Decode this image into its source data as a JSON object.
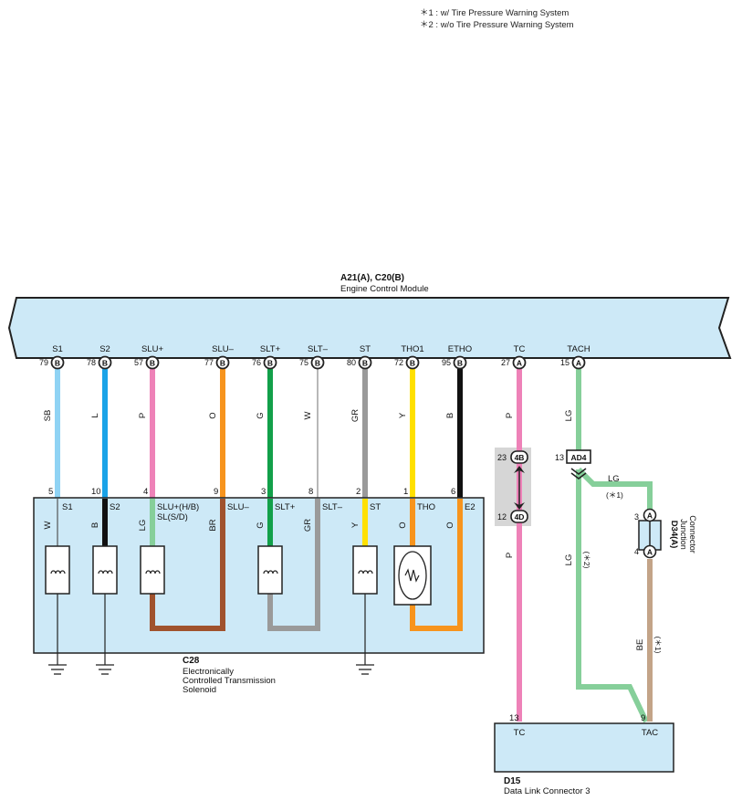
{
  "notes": [
    "＊1 : w/ Tire Pressure Warning System",
    "＊2 : w/o Tire Pressure Warning System"
  ],
  "ecm": {
    "code": "A21(A), C20(B)",
    "name": "Engine Control Module",
    "pins": [
      {
        "label": "S1",
        "num": "79",
        "conn": "B"
      },
      {
        "label": "S2",
        "num": "78",
        "conn": "B"
      },
      {
        "label": "SLU+",
        "num": "57",
        "conn": "B"
      },
      {
        "label": "SLU–",
        "num": "77",
        "conn": "B"
      },
      {
        "label": "SLT+",
        "num": "76",
        "conn": "B"
      },
      {
        "label": "SLT–",
        "num": "75",
        "conn": "B"
      },
      {
        "label": "ST",
        "num": "80",
        "conn": "B"
      },
      {
        "label": "THO1",
        "num": "72",
        "conn": "B"
      },
      {
        "label": "ETHO",
        "num": "95",
        "conn": "B"
      },
      {
        "label": "TC",
        "num": "27",
        "conn": "A"
      },
      {
        "label": "TACH",
        "num": "15",
        "conn": "A"
      }
    ]
  },
  "wires_upper": [
    "SB",
    "L",
    "P",
    "O",
    "G",
    "W",
    "GR",
    "Y",
    "B",
    "P",
    "LG"
  ],
  "solenoid": {
    "code": "C28",
    "name_lines": [
      "Electronically",
      "Controlled Transmission",
      "Solenoid"
    ],
    "pin_numbers": [
      "5",
      "10",
      "4",
      "9",
      "3",
      "8",
      "2",
      "1",
      "6"
    ],
    "terminal_labels": [
      "S1",
      "S2",
      "SLU+(H/B)",
      "SLU–",
      "SLT+",
      "SLT–",
      "ST",
      "THO",
      "E2"
    ],
    "sub_label": "SL(S/D)",
    "inner_wires": [
      "W",
      "B",
      "LG",
      "BR",
      "G",
      "GR",
      "Y",
      "O",
      "O"
    ]
  },
  "junction_4": {
    "top": "4B",
    "top_num": "23",
    "bottom": "4D",
    "bottom_num": "12"
  },
  "tc_lower_wire": "P",
  "ad4": {
    "num": "13",
    "label": "AD4"
  },
  "lg_branch": {
    "color": "LG",
    "note": "(＊1)"
  },
  "lg_direct": {
    "color": "LG",
    "note": "(＊2)"
  },
  "d34": {
    "code": "D34(A)",
    "name_lines": [
      "Junction",
      "Connector"
    ],
    "pin_top": "3",
    "pin_bottom": "4",
    "conn": "A"
  },
  "be_wire": {
    "color": "BE",
    "note": "(＊1)"
  },
  "dlc": {
    "code": "D15",
    "name": "Data Link Connector 3",
    "pins": [
      {
        "label": "TC",
        "num": "13"
      },
      {
        "label": "TAC",
        "num": "9"
      }
    ]
  },
  "colors": {
    "box_fill": "#cde9f7",
    "SB": "#8fd3f4",
    "L": "#1aa3e8",
    "P": "#ee82b8",
    "O": "#f7941d",
    "G": "#12a04a",
    "W": "#ffffff",
    "GR": "#9a9a9a",
    "Y": "#ffe000",
    "B": "#111111",
    "LG": "#86cf9a",
    "BR": "#a0522d",
    "BE": "#c3a488"
  }
}
